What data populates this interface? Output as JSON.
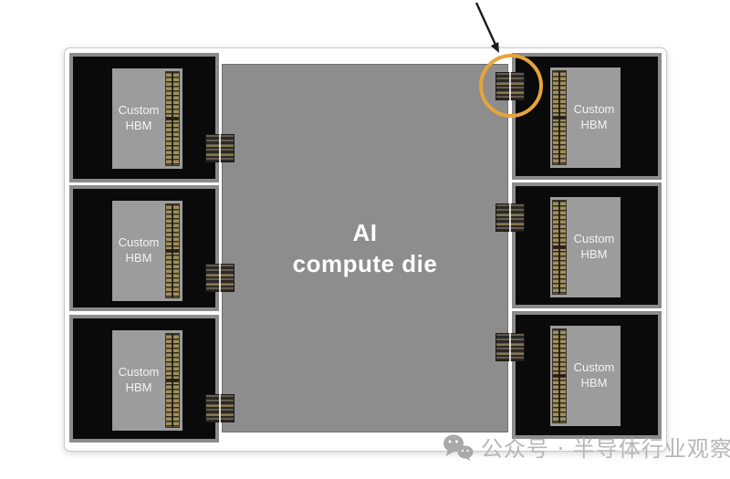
{
  "title": {
    "line1": "AI",
    "line2": "compute die"
  },
  "modules": [
    {
      "id": "left-top",
      "label": "Custom HBM"
    },
    {
      "id": "left-middle",
      "label": "Custom HBM"
    },
    {
      "id": "left-bottom",
      "label": "Custom HBM"
    },
    {
      "id": "right-top",
      "label": "Custom HBM"
    },
    {
      "id": "right-middle",
      "label": "Custom HBM"
    },
    {
      "id": "right-bottom",
      "label": "Custom HBM"
    }
  ],
  "annotation": {
    "highlighted_part": "die-to-die interface",
    "shape": "circle-with-arrow"
  },
  "watermark": {
    "icon": "wechat-icon",
    "text": "公众号 · 半导体行业观察"
  },
  "colors": {
    "die-gray": "#8d8d8d",
    "module-frame": "#8b8b8b",
    "module-bg": "#0a0a0a",
    "inner-gray": "#9c9c9c",
    "stack-tan": "#a18f5d",
    "accent": "#E8A33B",
    "arrow-color": "#1b1b1b",
    "watermark-color": "#b7b7b7"
  }
}
